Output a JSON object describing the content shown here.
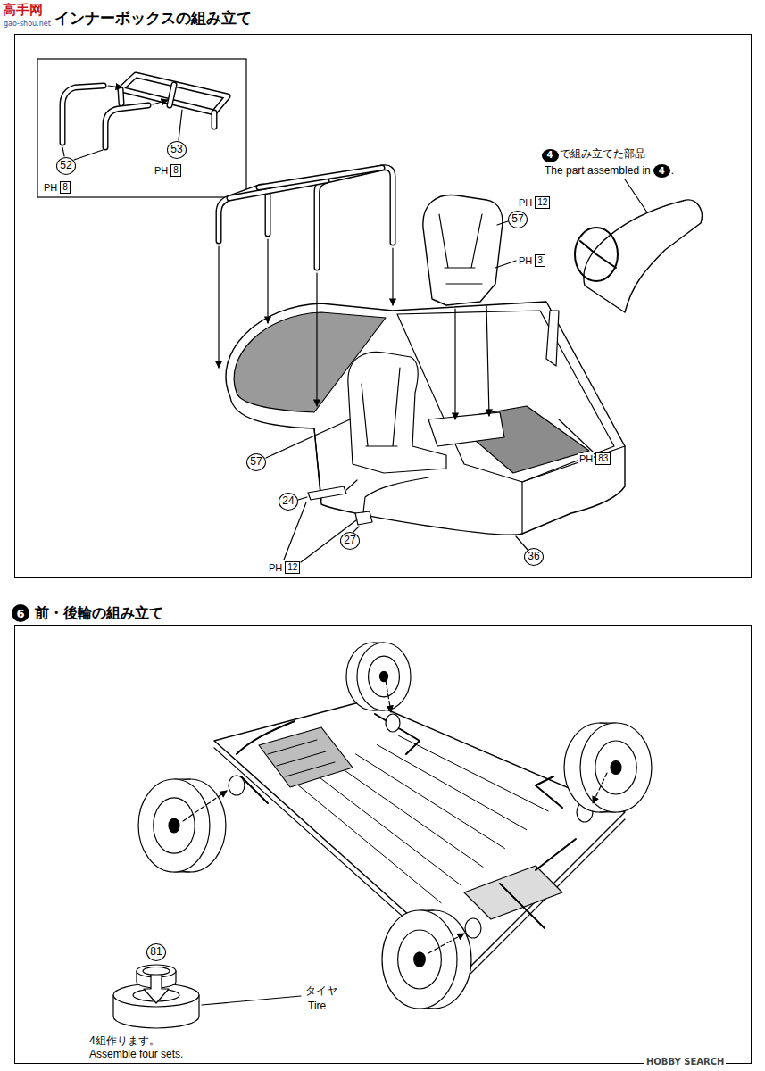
{
  "diagram": {
    "nodes": [
      {
        "text": [
          "インナーボックスの組み立て"
        ]
      },
      {
        "text": [
          "6"
        ]
      },
      {
        "text": [
          "前・後輪の組み立て"
        ]
      }
    ],
    "labels": [
      "高手网",
      "gao-shou.net",
      "52",
      "PH",
      "8",
      "53",
      "PH",
      "8",
      "PH",
      "12",
      "57",
      "PH",
      "3",
      "4",
      "で組み立てた部品",
      "The part assembled in",
      "4",
      ".",
      "57",
      "24",
      "27",
      "PH",
      "12",
      "PH",
      "83",
      "36",
      "81",
      "タイヤ",
      "Tire",
      "4組作ります。",
      "Assemble four sets.",
      "HOBBY SEARCH"
    ]
  }
}
